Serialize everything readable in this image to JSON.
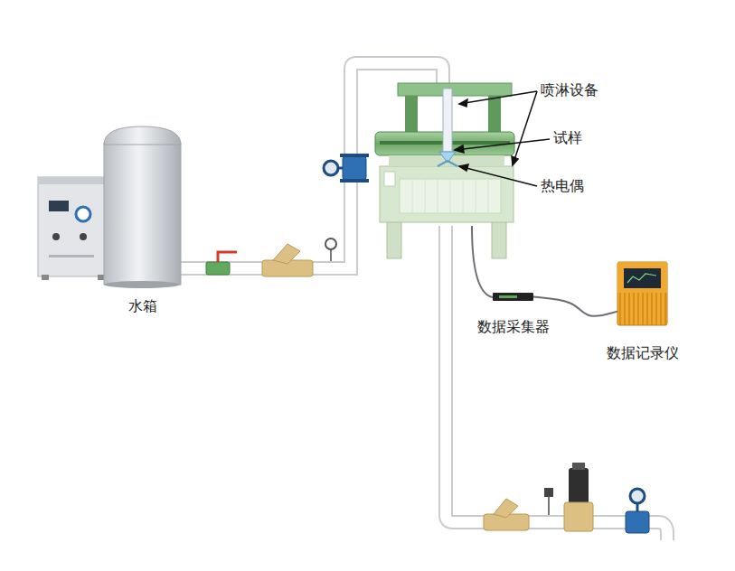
{
  "diagram": {
    "nodes": [
      {
        "text": [
          "水箱"
        ]
      },
      {
        "text": [
          "数据采集器"
        ]
      },
      {
        "text": [
          "数据记录仪"
        ]
      }
    ],
    "edges": [
      {
        "from": 1,
        "to": 2,
        "arrow": "none"
      }
    ],
    "labels": [
      "喷淋设备",
      "试样",
      "热电偶"
    ]
  }
}
